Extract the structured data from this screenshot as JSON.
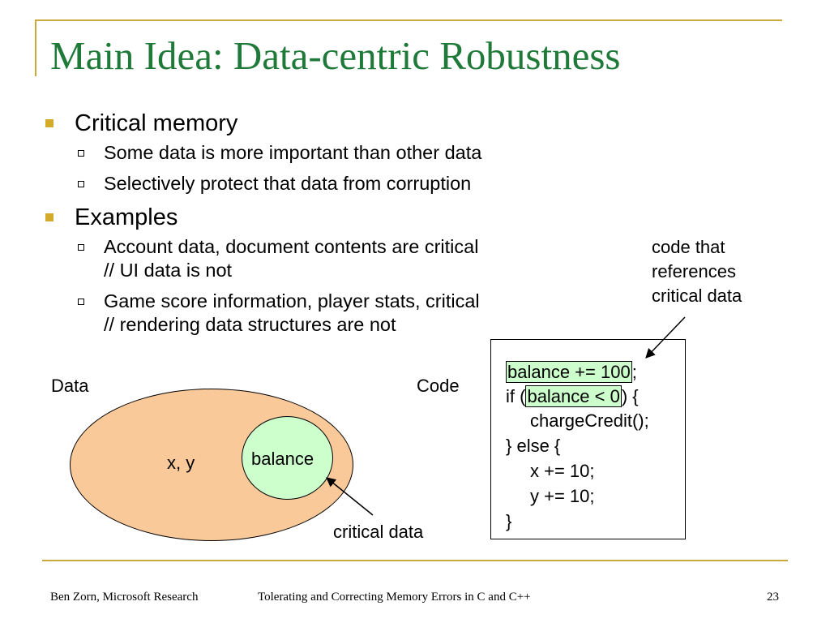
{
  "slide": {
    "title": "Main Idea: Data-centric Robustness",
    "bullets": [
      {
        "text": "Critical memory",
        "sub": [
          {
            "text": "Some data is more important than other data"
          },
          {
            "text": "Selectively protect that data from corruption"
          }
        ]
      },
      {
        "text": "Examples",
        "sub": [
          {
            "text": "Account data, document contents are critical",
            "cont": "//  UI data is not"
          },
          {
            "text": "Game score information, player stats, critical",
            "cont": "// rendering data structures are not"
          }
        ]
      }
    ]
  },
  "diagram": {
    "data_label": "Data",
    "code_label": "Code",
    "xy_label": "x, y",
    "balance_label": "balance",
    "critical_data_label": "critical data",
    "annotation_lines": [
      "code that",
      "references",
      "critical data"
    ],
    "code": {
      "line1_hl": "balance += 100",
      "line1_rest": ";",
      "line2_pre": "if (",
      "line2_hl": "balance < 0",
      "line2_rest": ") {",
      "line3": "chargeCredit();",
      "line4": "} else {",
      "line5": "x += 10;",
      "line6": "y += 10;",
      "line7": "}"
    }
  },
  "footer": {
    "author": "Ben Zorn, Microsoft Research",
    "talk": "Tolerating and Correcting Memory Errors in C and C++",
    "page": "23"
  },
  "colors": {
    "title": "#1f7a3a",
    "accent_line": "#c9a93a",
    "bullet": "#d4aa2a",
    "ellipse_fill": "#f9c99a",
    "critical_fill": "#ccffcc"
  }
}
